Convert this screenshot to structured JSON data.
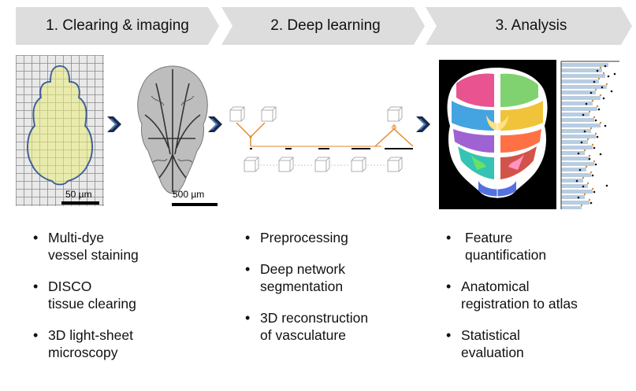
{
  "steps": [
    {
      "label": "1. Clearing & imaging"
    },
    {
      "label": "2. Deep learning"
    },
    {
      "label": "3. Analysis"
    }
  ],
  "scale_bars": {
    "first": "50 µm",
    "second": "500 µm"
  },
  "columns": [
    {
      "items": [
        {
          "line1": "Multi-dye",
          "line2": "vessel staining"
        },
        {
          "line1": "DISCO",
          "line2": "tissue clearing"
        },
        {
          "line1": "3D light-sheet",
          "line2": "microscopy"
        }
      ]
    },
    {
      "items": [
        {
          "line1": "Preprocessing",
          "line2": ""
        },
        {
          "line1": "Deep network",
          "line2": "segmentation"
        },
        {
          "line1": "3D reconstruction",
          "line2": "of vasculature"
        }
      ]
    },
    {
      "items": [
        {
          "line1": "Feature",
          "line2": "quantification"
        },
        {
          "line1": "Anatomical",
          "line2": "registration to atlas"
        },
        {
          "line1": "Statistical",
          "line2": "evaluation"
        }
      ]
    }
  ],
  "colors": {
    "header_bg": "#dddddd",
    "arrow_dark": "#1a2a4a",
    "arrow_light": "#4a78b8",
    "network_orange": "#e08a2a",
    "yellow_tissue": "#e6ec7a",
    "outline_blue": "#2e4e8e",
    "chart_bar": "#b9cde0"
  },
  "icons": [
    "chevron-right-icon"
  ]
}
